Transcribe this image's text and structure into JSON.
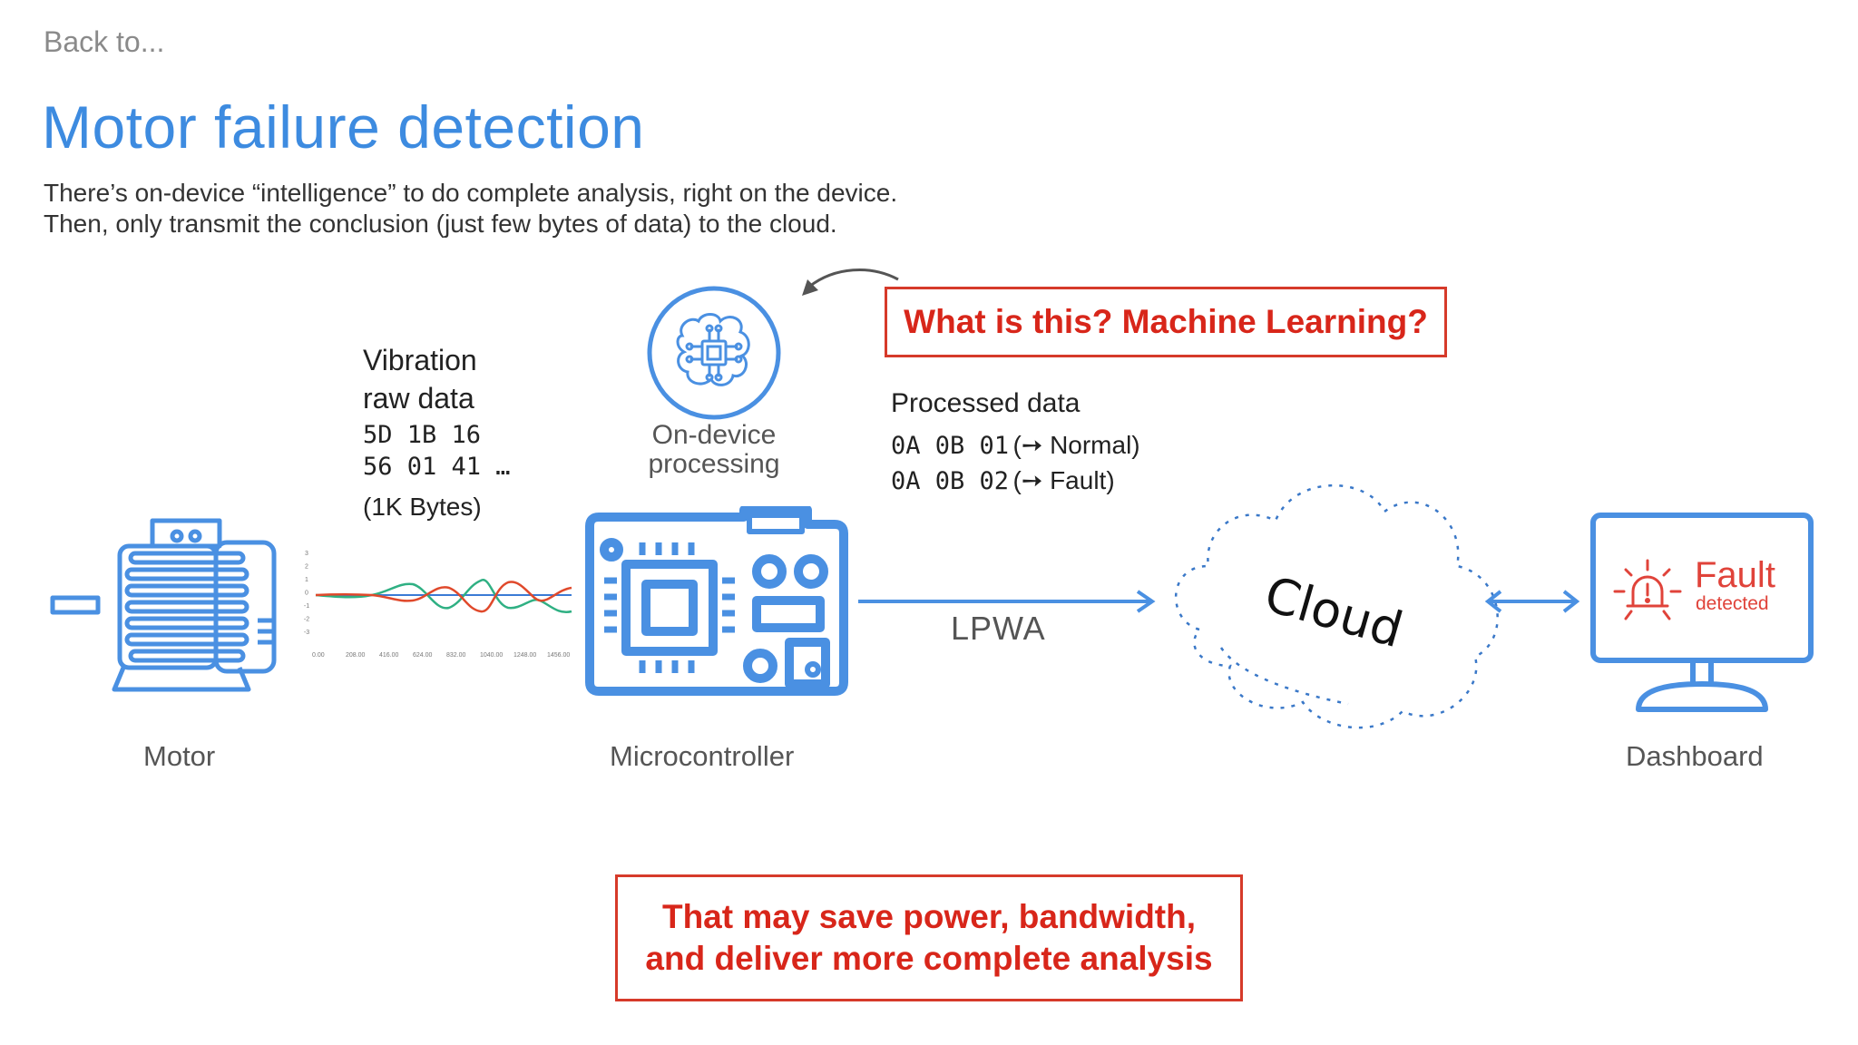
{
  "header": {
    "back_link": "Back to...",
    "title": "Motor failure detection",
    "subtitle_line1": "There’s on-device “intelligence” to do complete analysis, right on the device.",
    "subtitle_line2": "Then, only transmit the conclusion (just few bytes of data) to the cloud."
  },
  "vibration": {
    "title_line1": "Vibration",
    "title_line2": "raw data",
    "hex_line1": "5D 1B 16",
    "hex_line2": "56 01 41 …",
    "size": "(1K Bytes)"
  },
  "signal_chart": {
    "y_ticks": [
      "3",
      "2",
      "1",
      "0",
      "-1",
      "-2",
      "-3"
    ],
    "x_ticks": [
      "0.00",
      "208.00",
      "416.00",
      "624.00",
      "832.00",
      "1040.00",
      "1248.00",
      "1456.00"
    ],
    "colors": {
      "red": "#e0492b",
      "green": "#2fb083",
      "blue": "#3a7bd5"
    }
  },
  "on_device": {
    "label_line1": "On-device",
    "label_line2": "processing",
    "icon": "ai-chip-brain-icon"
  },
  "callout_ml": "What is this? Machine Learning?",
  "processed": {
    "title": "Processed data",
    "row1_hex": "0A 0B 01",
    "row1_text": "(➙ Normal)",
    "row2_hex": "0A 0B 02",
    "row2_text": "(➙ Fault)"
  },
  "link_label": "LPWA",
  "cloud_text": "Cloud",
  "dashboard_screen": {
    "status": "Fault",
    "status_sub": "detected",
    "icon": "alarm-light-icon"
  },
  "nodes": {
    "motor": "Motor",
    "microcontroller": "Microcontroller",
    "dashboard": "Dashboard"
  },
  "callout_bottom_line1": "That may save power, bandwidth,",
  "callout_bottom_line2": "and deliver more complete analysis",
  "colors": {
    "accent_blue": "#4a90e2",
    "title_blue": "#3d8be0",
    "alert_red": "#d8261a"
  }
}
